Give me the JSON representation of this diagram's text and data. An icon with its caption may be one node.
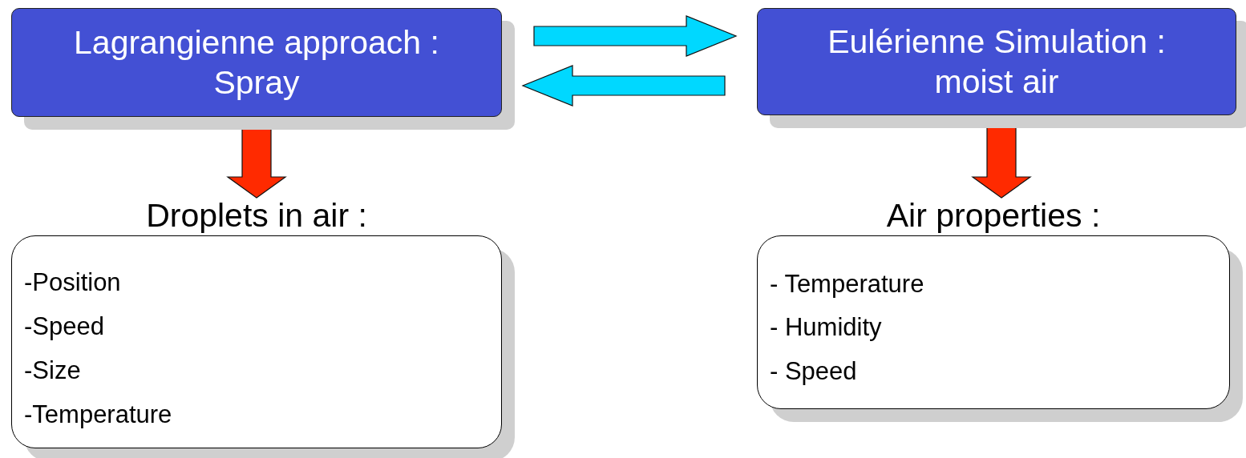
{
  "diagram": {
    "nodes": [
      {
        "text": [
          "Lagrangienne approach : Spray"
        ]
      },
      {
        "text": [
          "Eulérienne Simulation : moist air"
        ]
      },
      {
        "text": [
          "Droplets in air :",
          "-Position",
          "-Speed",
          "-Size",
          "-Temperature"
        ]
      },
      {
        "text": [
          "Air properties :",
          "- Temperature",
          "- Humidity",
          "- Speed"
        ]
      }
    ],
    "edges": [
      {
        "from": 0,
        "to": 1,
        "arrow": "to",
        "style": "thick",
        "color": "#00d8ff"
      },
      {
        "from": 1,
        "to": 0,
        "arrow": "to",
        "style": "thick",
        "color": "#00d8ff"
      },
      {
        "from": 0,
        "to": 2,
        "arrow": "to",
        "style": "thick",
        "color": "#ff2a00"
      },
      {
        "from": 1,
        "to": 3,
        "arrow": "to",
        "style": "thick",
        "color": "#ff2a00"
      }
    ]
  }
}
